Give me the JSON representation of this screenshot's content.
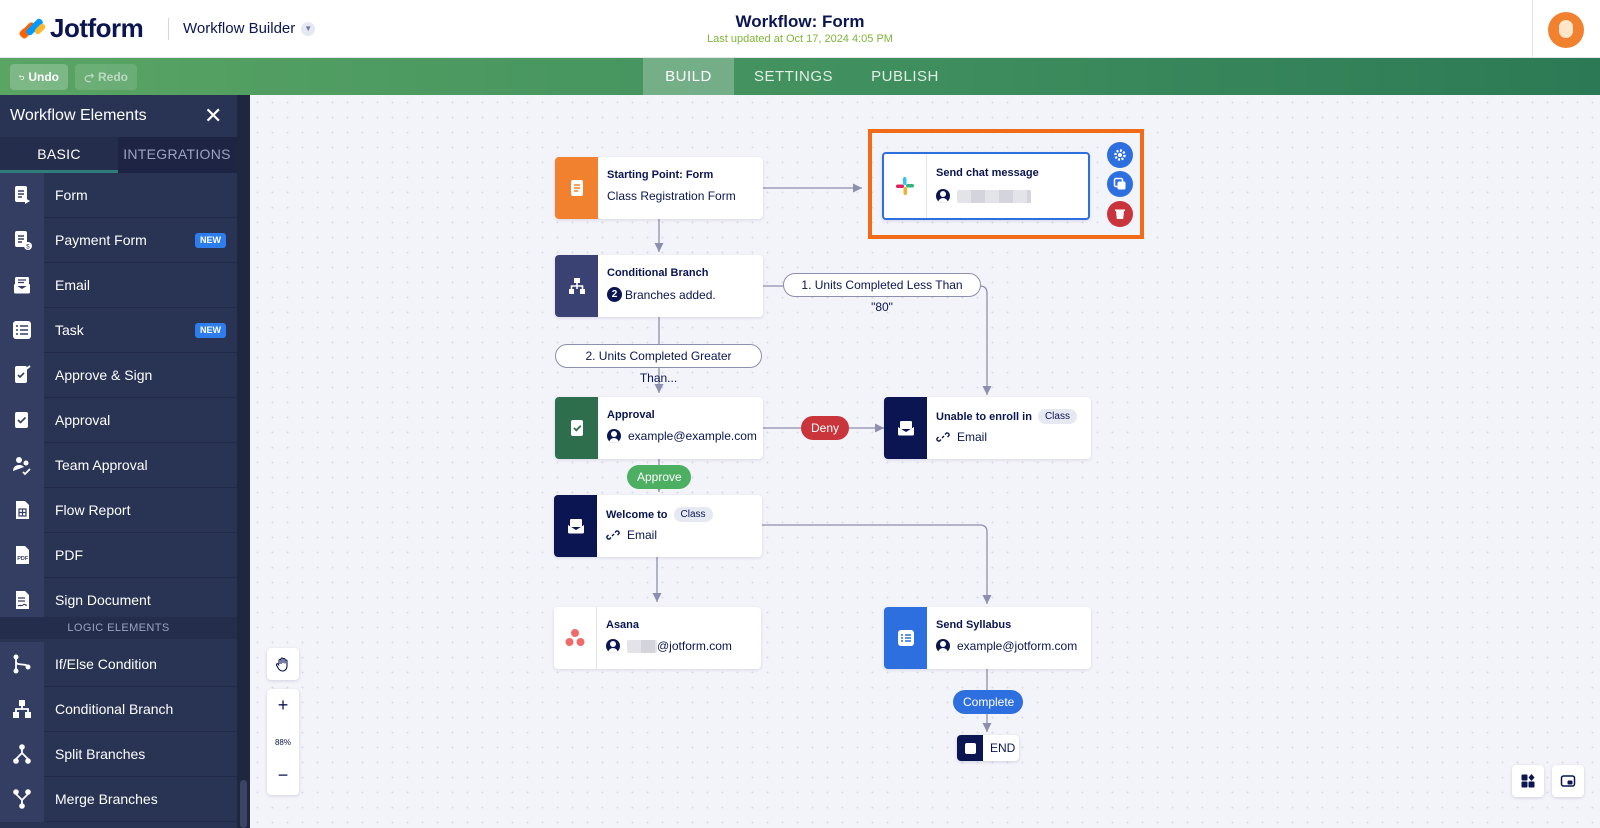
{
  "header": {
    "logo_text": "Jotform",
    "product_name": "Workflow Builder",
    "workflow_title": "Workflow: Form",
    "last_updated": "Last updated at Oct 17, 2024 4:05 PM"
  },
  "toolbar": {
    "undo_label": "Undo",
    "redo_label": "Redo",
    "tabs": [
      {
        "label": "BUILD",
        "active": true
      },
      {
        "label": "SETTINGS",
        "active": false
      },
      {
        "label": "PUBLISH",
        "active": false
      }
    ]
  },
  "sidebar": {
    "title": "Workflow Elements",
    "tabs": [
      {
        "label": "BASIC",
        "active": true
      },
      {
        "label": "INTEGRATIONS",
        "active": false
      }
    ],
    "items": [
      {
        "label": "Form",
        "icon": "form-icon",
        "badge": ""
      },
      {
        "label": "Payment Form",
        "icon": "payment-form-icon",
        "badge": "NEW"
      },
      {
        "label": "Email",
        "icon": "email-icon",
        "badge": ""
      },
      {
        "label": "Task",
        "icon": "task-icon",
        "badge": "NEW"
      },
      {
        "label": "Approve & Sign",
        "icon": "approve-sign-icon",
        "badge": ""
      },
      {
        "label": "Approval",
        "icon": "approval-icon",
        "badge": ""
      },
      {
        "label": "Team Approval",
        "icon": "team-approval-icon",
        "badge": ""
      },
      {
        "label": "Flow Report",
        "icon": "flow-report-icon",
        "badge": ""
      },
      {
        "label": "PDF",
        "icon": "pdf-icon",
        "badge": ""
      },
      {
        "label": "Sign Document",
        "icon": "sign-document-icon",
        "badge": ""
      }
    ],
    "logic_section_label": "LOGIC ELEMENTS",
    "logic_items": [
      {
        "label": "If/Else Condition",
        "icon": "if-else-icon"
      },
      {
        "label": "Conditional Branch",
        "icon": "conditional-branch-icon"
      },
      {
        "label": "Split Branches",
        "icon": "split-branches-icon"
      },
      {
        "label": "Merge Branches",
        "icon": "merge-branches-icon"
      }
    ]
  },
  "canvas": {
    "nodes": {
      "start": {
        "title": "Starting Point: Form",
        "subtitle": "Class Registration Form",
        "icon": "form-icon",
        "color": "#f2812f"
      },
      "chat": {
        "title": "Send chat message",
        "icon": "slack-icon"
      },
      "branch": {
        "title": "Conditional Branch",
        "count": "2",
        "subtitle": "Branches added.",
        "icon": "conditional-branch-icon",
        "color": "#3a4273"
      },
      "approval": {
        "title": "Approval",
        "subtitle": "example@example.com",
        "icon": "approval-icon",
        "color": "#2e6e4c"
      },
      "unable": {
        "title": "Unable to enroll in",
        "tag": "Class",
        "subtitle": "Email",
        "icon": "email-icon",
        "color": "#0a1551"
      },
      "welcome": {
        "title": "Welcome to",
        "tag": "Class",
        "subtitle": "Email",
        "icon": "email-icon",
        "color": "#0a1551"
      },
      "asana": {
        "title": "Asana",
        "subtitle": "@jotform.com",
        "icon": "asana-icon"
      },
      "syllabus": {
        "title": "Send Syllabus",
        "subtitle": "example@jotform.com",
        "icon": "task-icon",
        "color": "#2e6fe0"
      }
    },
    "labels": {
      "branch1": "1. Units Completed Less Than \"80\"",
      "branch2": "2. Units Completed Greater Than...",
      "deny": "Deny",
      "approve": "Approve",
      "complete": "Complete",
      "end": "END"
    },
    "zoom": "88%",
    "colors": {
      "highlight": "#f26b18",
      "accent": "#2e6fe0",
      "danger": "#c9353a",
      "success": "#4caf62"
    }
  }
}
